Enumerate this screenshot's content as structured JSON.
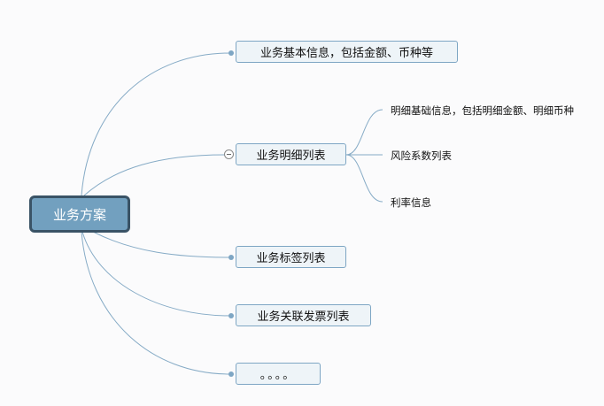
{
  "root": {
    "label": "业务方案"
  },
  "branches": [
    {
      "label": "业务基本信息，包括金额、币种等"
    },
    {
      "label": "业务明细列表",
      "children": [
        "明细基础信息，包括明细金额、明细币种",
        "风险系数列表",
        "利率信息"
      ]
    },
    {
      "label": "业务标签列表"
    },
    {
      "label": "业务关联发票列表"
    },
    {
      "label": "。。。。"
    }
  ],
  "colors": {
    "line": "#7ea6c4",
    "root_fill": "#72a0bf",
    "root_border": "#3a5366",
    "node_fill": "#eef4f8"
  }
}
